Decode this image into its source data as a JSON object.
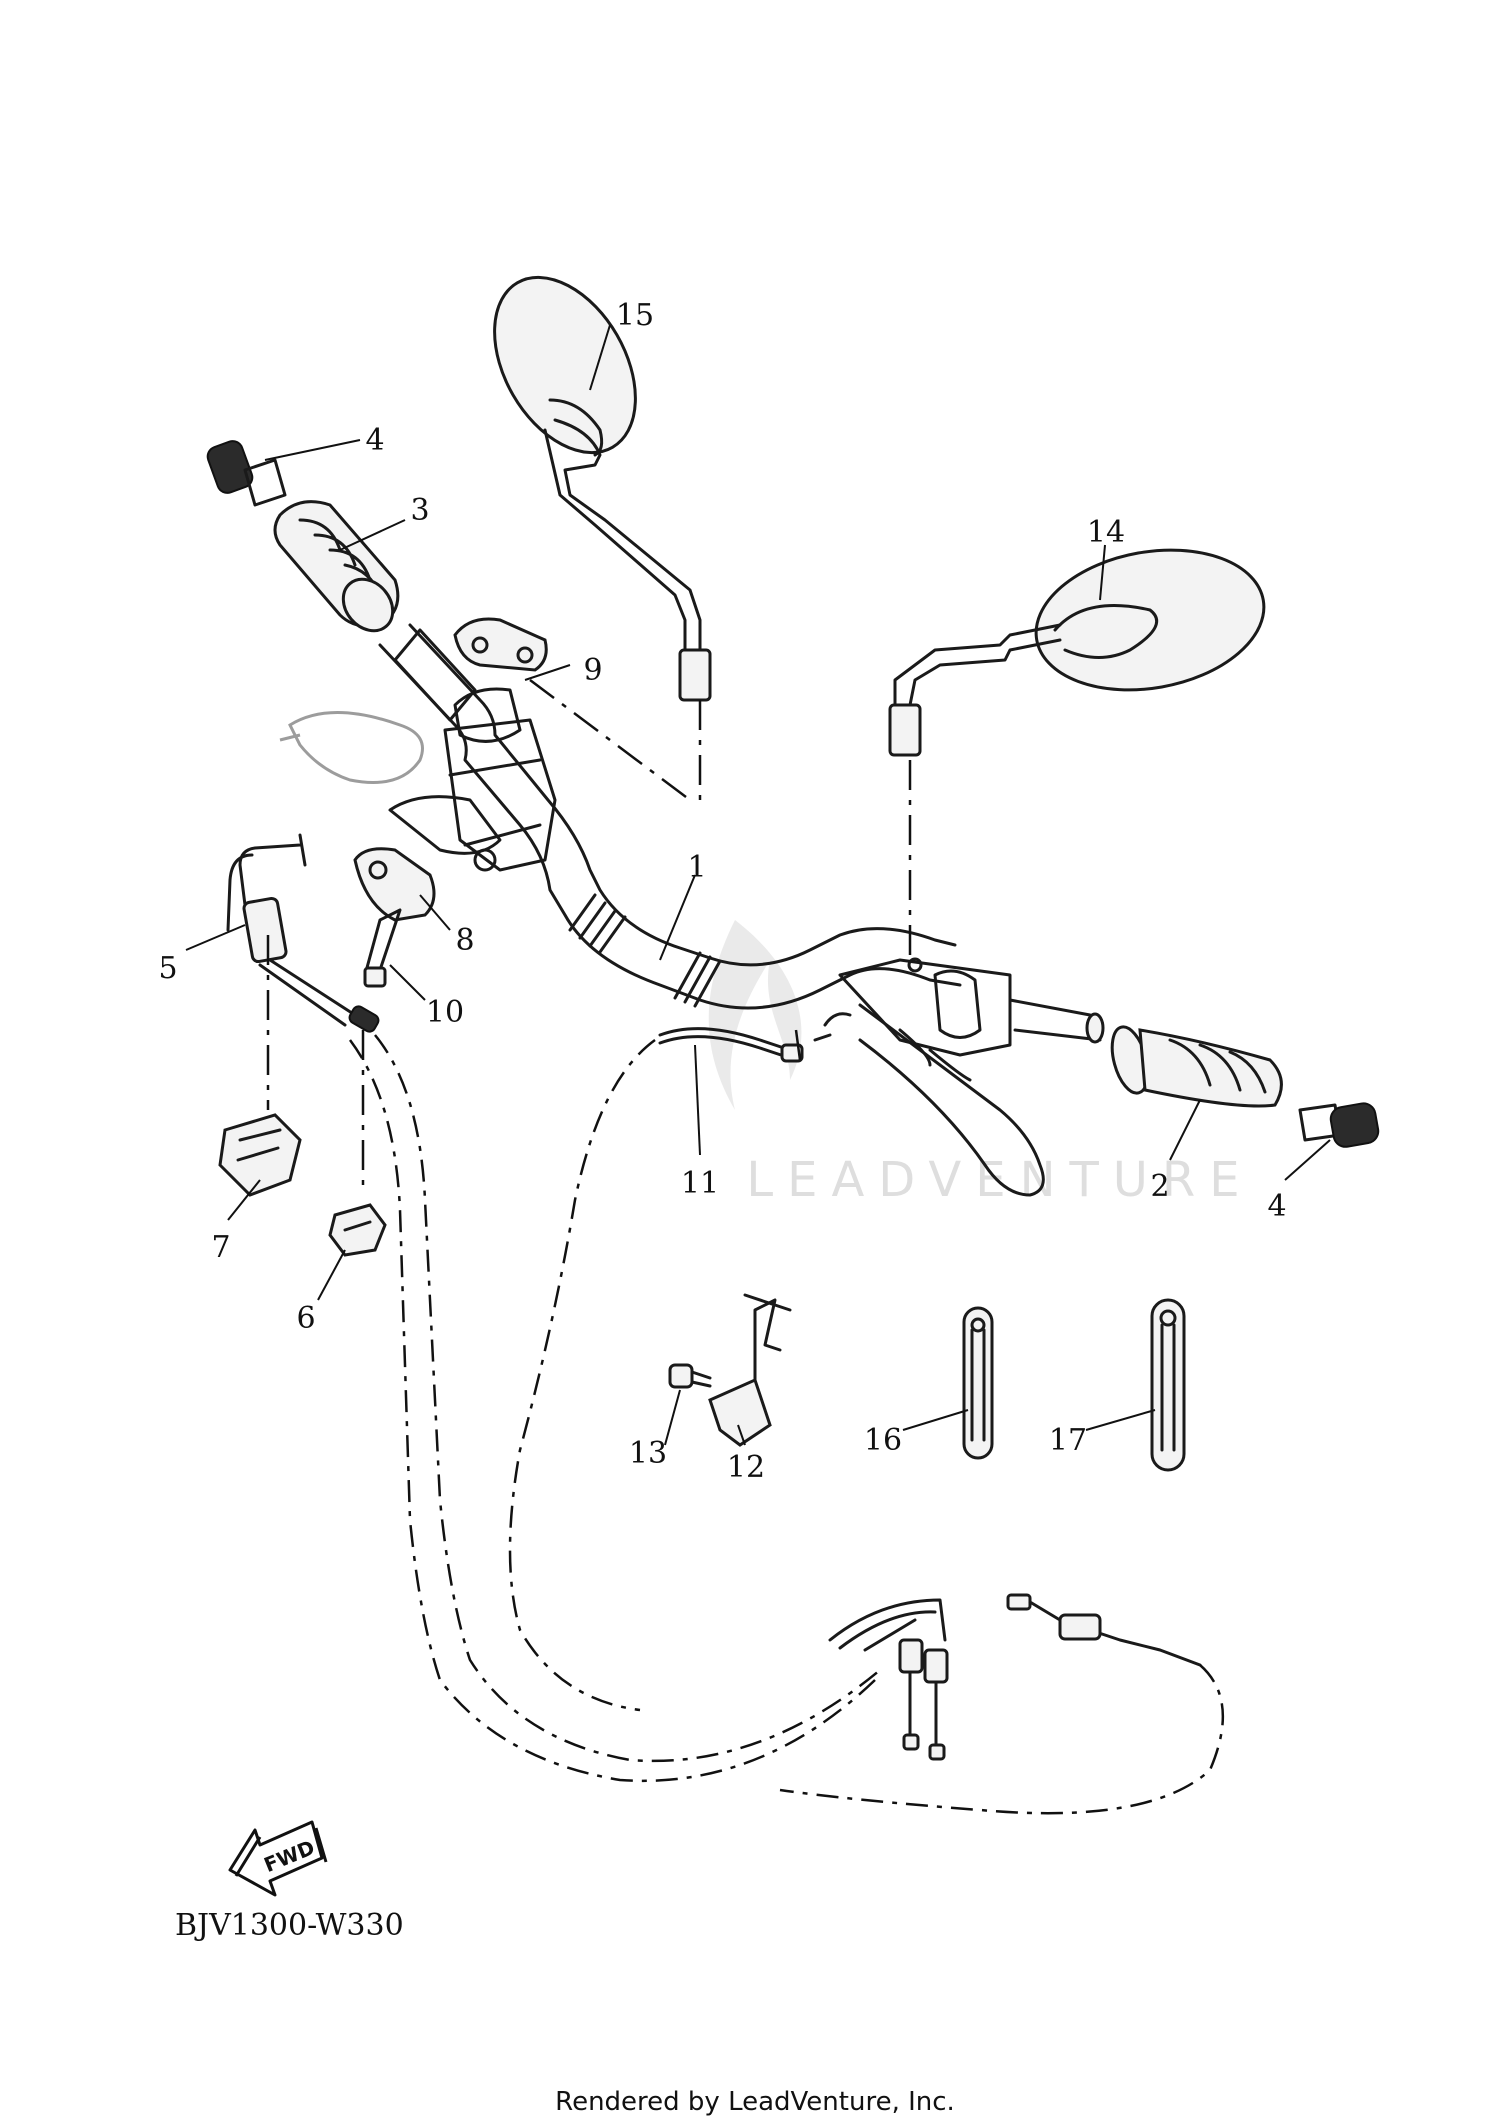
{
  "diagram": {
    "code": "BJV1300-W330",
    "fwd_label": "FWD",
    "footer": "Rendered by LeadVenture, Inc.",
    "watermark": "LEADVENTURE",
    "callouts": [
      {
        "id": "c1",
        "label": "1",
        "part": "handlebar"
      },
      {
        "id": "c2",
        "label": "2",
        "part": "right-grip"
      },
      {
        "id": "c3",
        "label": "3",
        "part": "left-grip"
      },
      {
        "id": "c4a",
        "label": "4",
        "part": "left-grip-end"
      },
      {
        "id": "c4b",
        "label": "4",
        "part": "right-grip-end"
      },
      {
        "id": "c5",
        "label": "5",
        "part": "throttle-cable"
      },
      {
        "id": "c6",
        "label": "6",
        "part": "cable-clamp"
      },
      {
        "id": "c7",
        "label": "7",
        "part": "cable-guide"
      },
      {
        "id": "c8",
        "label": "8",
        "part": "lower-holder"
      },
      {
        "id": "c9",
        "label": "9",
        "part": "upper-holder"
      },
      {
        "id": "c10",
        "label": "10",
        "part": "holder-bolt"
      },
      {
        "id": "c11",
        "label": "11",
        "part": "brake-cable"
      },
      {
        "id": "c12",
        "label": "12",
        "part": "bracket"
      },
      {
        "id": "c13",
        "label": "13",
        "part": "bracket-bolt"
      },
      {
        "id": "c14",
        "label": "14",
        "part": "right-mirror"
      },
      {
        "id": "c15",
        "label": "15",
        "part": "left-mirror"
      },
      {
        "id": "c16",
        "label": "16",
        "part": "short-link"
      },
      {
        "id": "c17",
        "label": "17",
        "part": "long-link"
      }
    ]
  }
}
